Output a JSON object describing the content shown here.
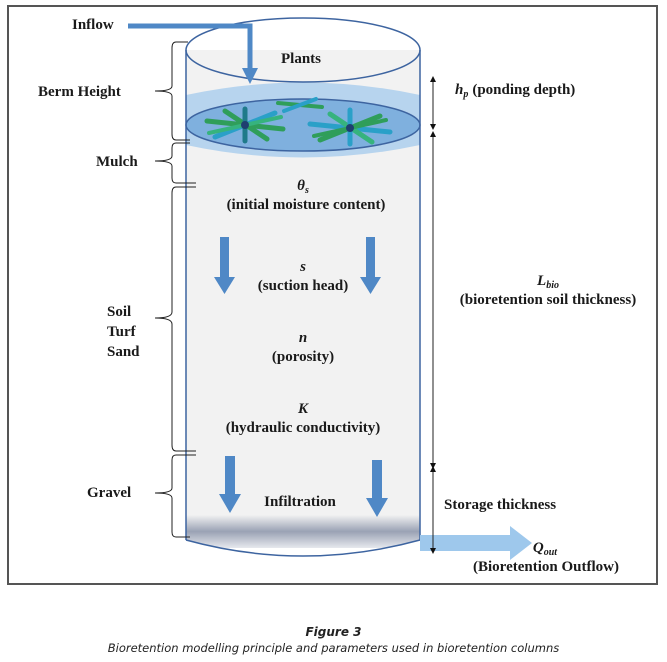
{
  "figure": {
    "labels": {
      "inflow": "Inflow",
      "plants": "Plants",
      "berm_height": "Berm Height",
      "mulch": "Mulch",
      "soil_layer": [
        "Soil",
        "Turf",
        "Sand"
      ],
      "gravel": "Gravel",
      "theta_symbol": "θ",
      "theta_sub": "s",
      "theta_desc": "(initial moisture content)",
      "s_symbol": "s",
      "s_desc": "(suction head)",
      "n_symbol": "n",
      "n_desc": "(porosity)",
      "k_symbol": "K",
      "k_desc": "(hydraulic conductivity)",
      "infiltration": "Infiltration",
      "hp_symbol": "h",
      "hp_sub": "p",
      "hp_desc": "(ponding depth)",
      "lbio_symbol": "L",
      "lbio_sub": "bio",
      "lbio_desc": "(bioretention soil thickness)",
      "storage": "Storage thickness",
      "qout_symbol": "Q",
      "qout_sub": "out",
      "qout_desc": "(Bioretention Outflow)"
    },
    "colors": {
      "arrow_blue": "#4f88c6",
      "light_blue": "#9ec8ec",
      "outline_blue": "#3d64a0",
      "plant_green": "#2f9e5a",
      "plant_teal": "#2aa0c8",
      "column_fill": "#f2f2f2"
    }
  },
  "caption": {
    "title": "Figure 3",
    "subtitle": "Bioretention modelling principle and parameters used in bioretention columns"
  }
}
